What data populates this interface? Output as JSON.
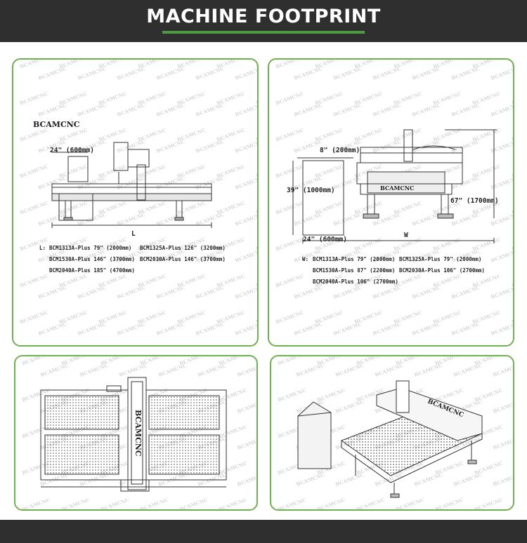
{
  "header": {
    "title": "MACHINE FOOTPRINT",
    "accent_color": "#4f9a45",
    "bg_color": "#2f2f2f"
  },
  "panel_border_color": "#6fb14e",
  "watermark": "BCAMCNC",
  "front_view": {
    "logo": "BCAMCNC",
    "depth_label": "24\" (600mm)",
    "length_marker": "L",
    "list_prefix": "L:",
    "models": [
      "BCM1313A-Plus 79\" (2000mm)",
      "BCM1325A-Plus 126\" (3200mm)",
      "BCM1530A-Plus 146\" (3700mm)",
      "BCM2030A-Plus 146\" (3700mm)",
      "BCM2040A-Plus 185\" (4700mm)"
    ]
  },
  "side_view": {
    "top_label": "8\" (200mm)",
    "height_label": "39\" (1000mm)",
    "overall_height_label": "67\" (1700mm)",
    "bottom_label": "24\" (600mm)",
    "width_marker": "W",
    "machine_logo": "BCAMCNC",
    "list_prefix": "W:",
    "models": [
      "BCM1313A-Plus 79\" (2000mm)",
      "BCM1325A-Plus 79\" (2000mm)",
      "BCM1530A-Plus 87\" (2200mm)",
      "BCM2030A-Plus 106\" (2700mm)",
      "BCM2040A-Plus 106\" (2700mm)"
    ]
  },
  "top_view": {
    "gantry_logo": "BCAMCNC"
  },
  "iso_view": {
    "gantry_logo": "BCAMCNC"
  }
}
